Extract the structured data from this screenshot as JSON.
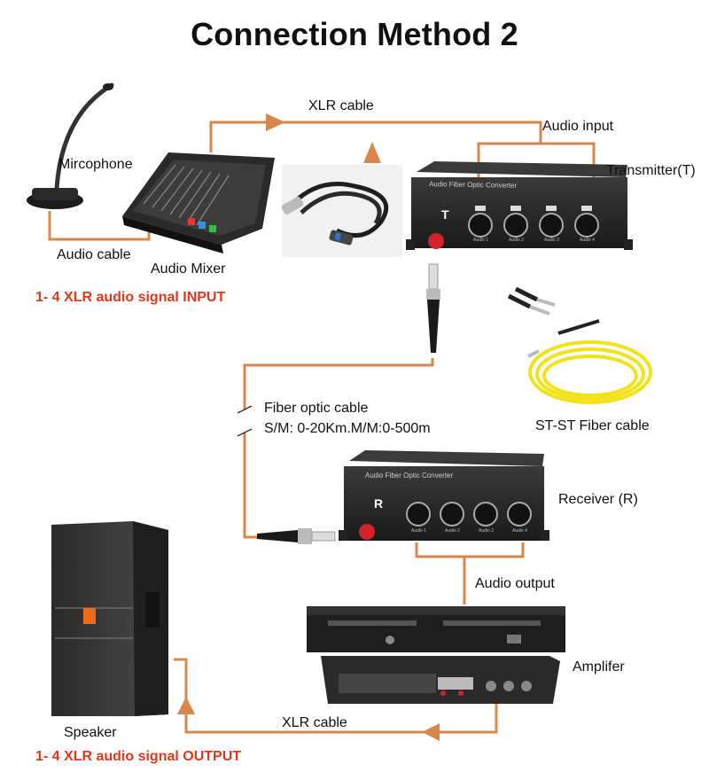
{
  "title": "Connection Method 2",
  "colors": {
    "cable": "#d9874a",
    "red_text": "#e4361b",
    "device": "#2b2b2b",
    "fiber_yellow": "#f2e21a"
  },
  "labels": {
    "microphone": "Mircophone",
    "audio_cable": "Audio cable",
    "audio_mixer": "Audio Mixer",
    "xlr_cable_top": "XLR cable",
    "audio_input": "Audio input",
    "transmitter": "Transmitter(T)",
    "input_note": "1- 4 XLR audio signal INPUT",
    "fiber_optic_cable": "Fiber optic cable",
    "fiber_spec": "S/M: 0-20Km.M/M:0-500m",
    "st_st_fiber": "ST-ST Fiber cable",
    "receiver": "Receiver (R)",
    "audio_output": "Audio output",
    "amplifier": "Amplifer",
    "speaker": "Speaker",
    "xlr_cable_bottom": "XLR cable",
    "output_note": "1- 4 XLR audio signal OUTPUT"
  },
  "devices": {
    "converter_title": "Audio Fiber Optic Converter",
    "tx_letter": "T",
    "rx_letter": "R",
    "ports": [
      "Audio 1",
      "Audio 2",
      "Audio 3",
      "Audio 4"
    ]
  },
  "icons": [
    "microphone-icon",
    "audio-mixer-icon",
    "xlr-cable-icon",
    "transmitter-device",
    "receiver-device",
    "st-fiber-connector-icon",
    "fiber-coil-icon",
    "amplifier-icon",
    "speaker-icon",
    "arrow-icon"
  ]
}
